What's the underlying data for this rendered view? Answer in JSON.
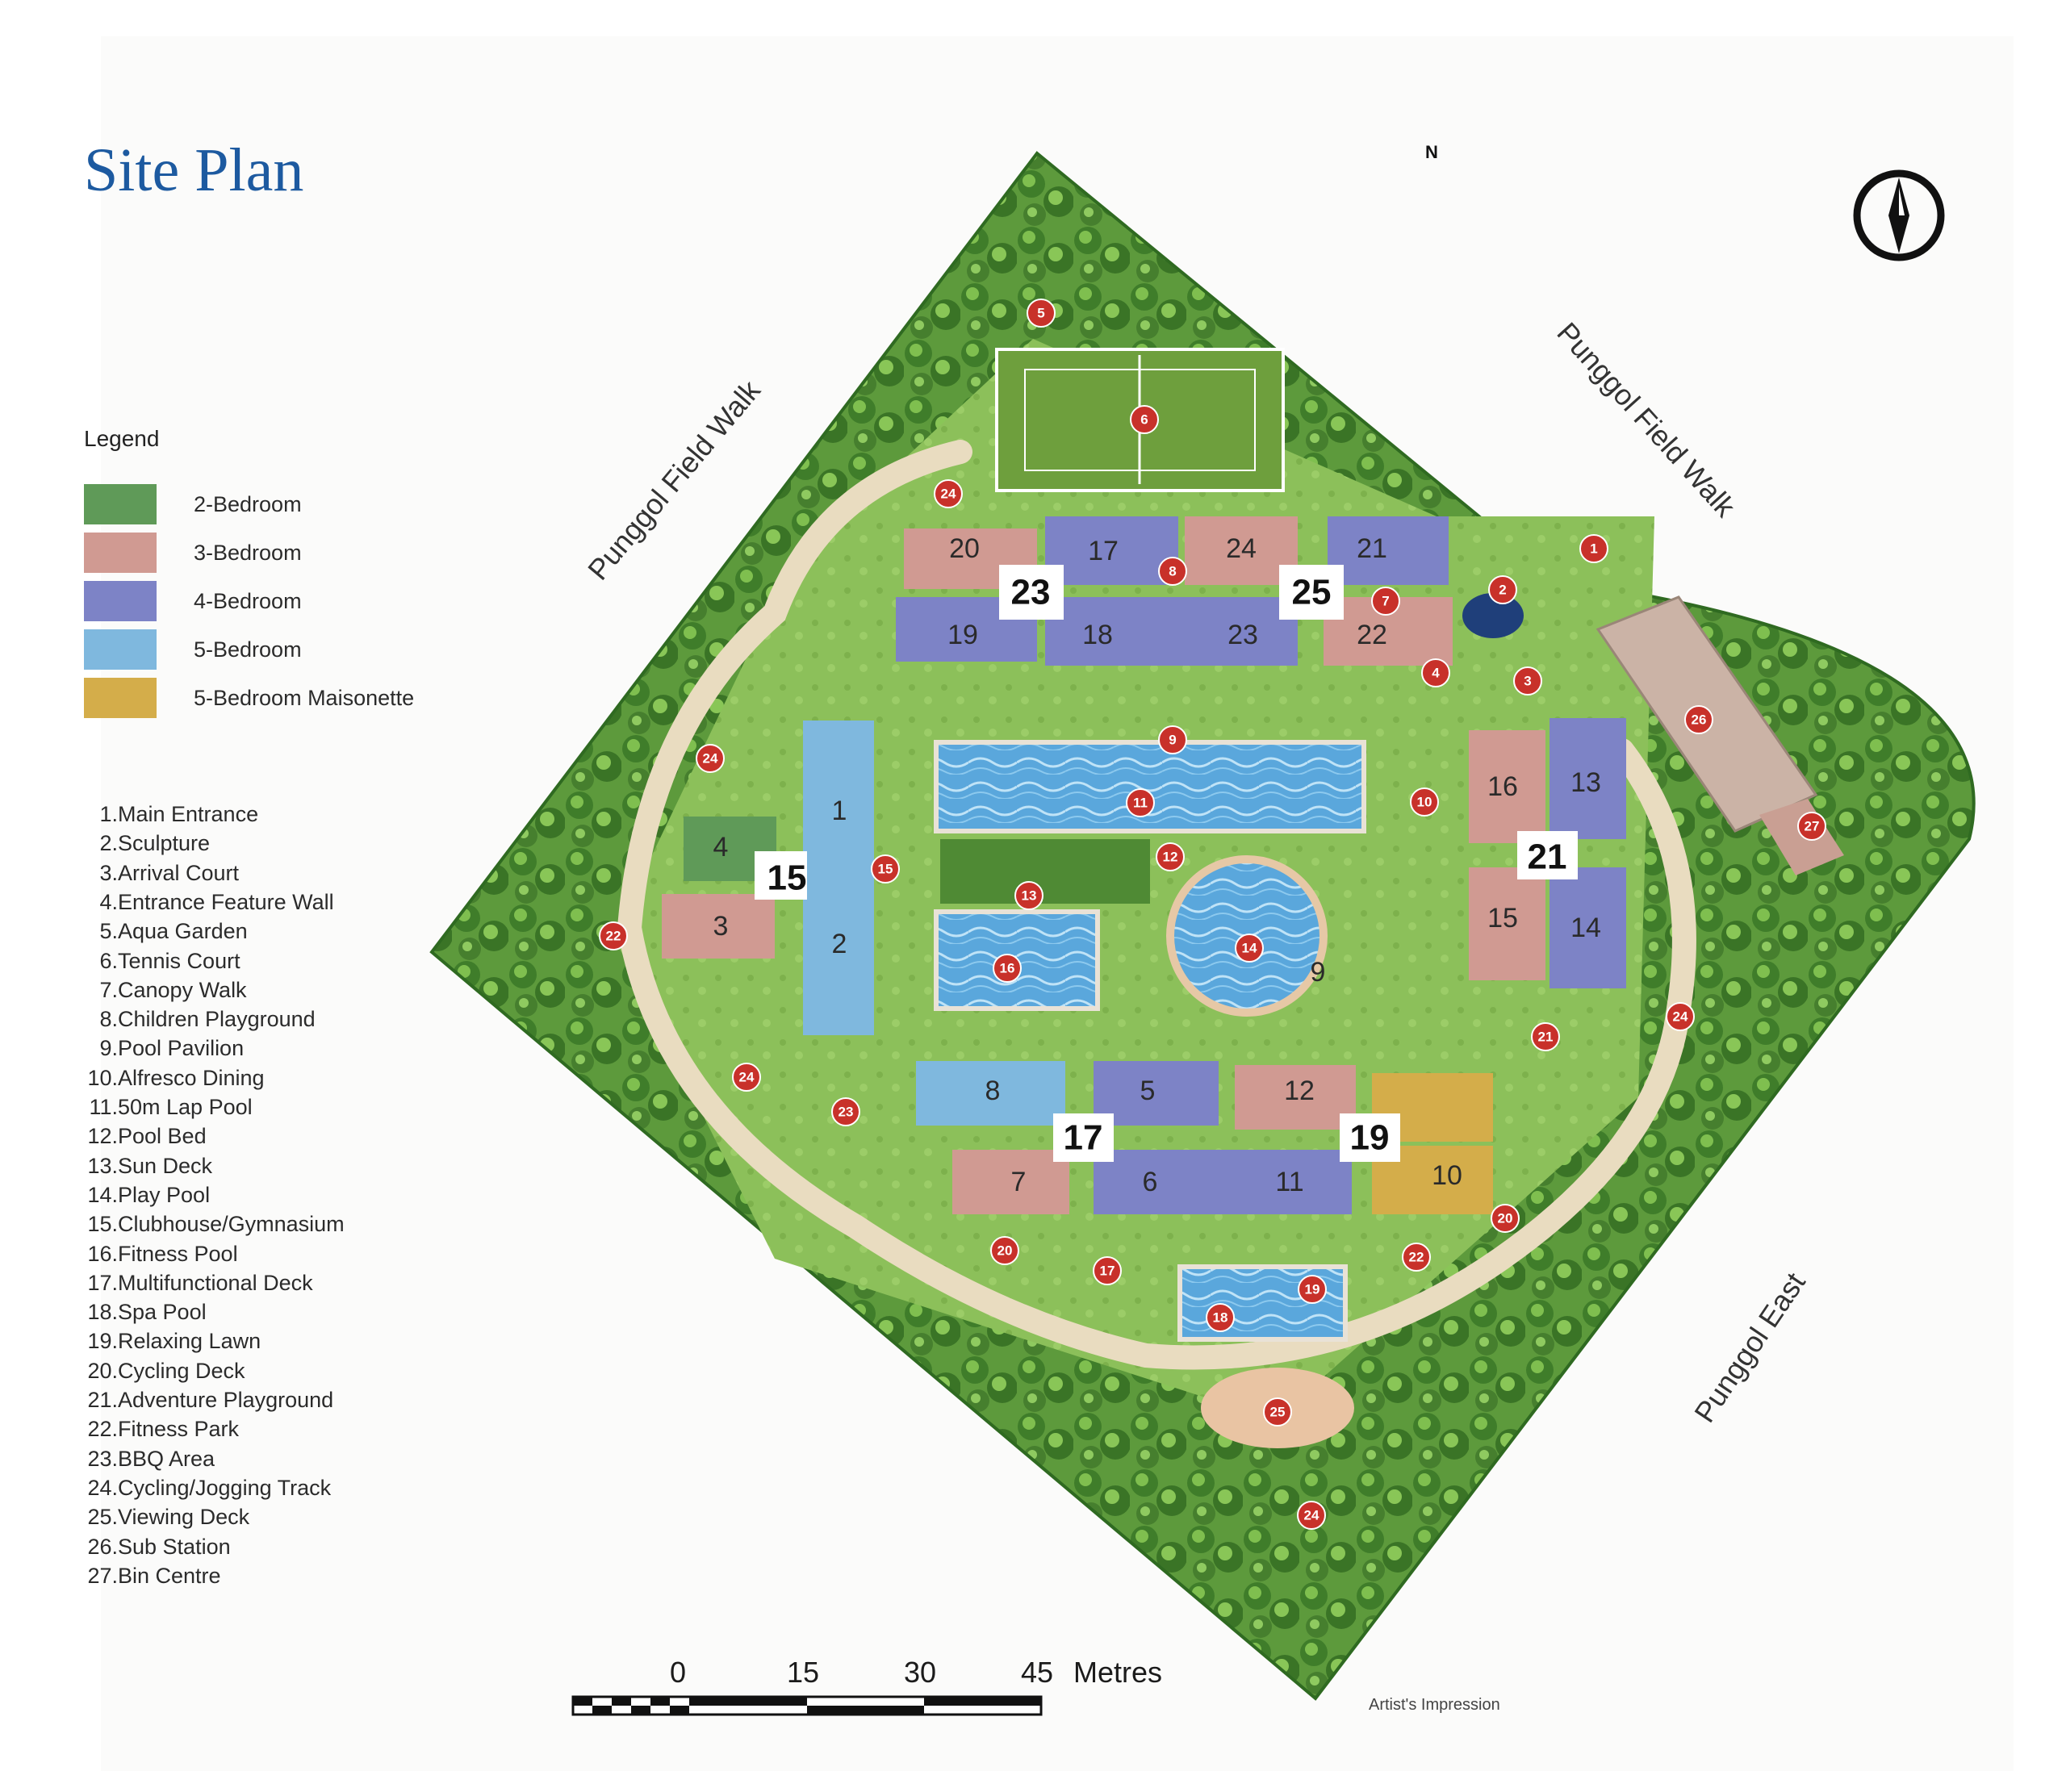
{
  "title": "Site Plan",
  "legend": {
    "heading": "Legend",
    "unit_types": [
      {
        "label": "2-Bedroom",
        "color": "#5f9a58"
      },
      {
        "label": "3-Bedroom",
        "color": "#d09a92"
      },
      {
        "label": "4-Bedroom",
        "color": "#7d83c6"
      },
      {
        "label": "5-Bedroom",
        "color": "#7fb8de"
      },
      {
        "label": "5-Bedroom Maisonette",
        "color": "#d4ad4a"
      }
    ],
    "amenities": [
      {
        "num": "1.",
        "label": "Main Entrance"
      },
      {
        "num": "2.",
        "label": "Sculpture"
      },
      {
        "num": "3.",
        "label": "Arrival Court"
      },
      {
        "num": "4.",
        "label": "Entrance Feature Wall"
      },
      {
        "num": "5.",
        "label": "Aqua Garden"
      },
      {
        "num": "6.",
        "label": "Tennis Court"
      },
      {
        "num": "7.",
        "label": "Canopy Walk"
      },
      {
        "num": "8.",
        "label": "Children Playground"
      },
      {
        "num": "9.",
        "label": "Pool Pavilion"
      },
      {
        "num": "10.",
        "label": "Alfresco Dining"
      },
      {
        "num": "11.",
        "label": "50m Lap Pool"
      },
      {
        "num": "12.",
        "label": "Pool Bed"
      },
      {
        "num": "13.",
        "label": "Sun Deck"
      },
      {
        "num": "14.",
        "label": "Play Pool"
      },
      {
        "num": "15.",
        "label": "Clubhouse/Gymnasium"
      },
      {
        "num": "16.",
        "label": "Fitness Pool"
      },
      {
        "num": "17.",
        "label": "Multifunctional Deck"
      },
      {
        "num": "18.",
        "label": "Spa Pool"
      },
      {
        "num": "19.",
        "label": "Relaxing Lawn"
      },
      {
        "num": "20.",
        "label": "Cycling Deck"
      },
      {
        "num": "21.",
        "label": "Adventure Playground"
      },
      {
        "num": "22.",
        "label": "Fitness Park"
      },
      {
        "num": "23.",
        "label": "BBQ Area"
      },
      {
        "num": "24.",
        "label": "Cycling/Jogging Track"
      },
      {
        "num": "25.",
        "label": "Viewing Deck"
      },
      {
        "num": "26.",
        "label": "Sub Station"
      },
      {
        "num": "27.",
        "label": "Bin Centre"
      }
    ]
  },
  "roads": {
    "west": "Punggol Field Walk",
    "northeast": "Punggol Field Walk",
    "southeast": "Punggol East"
  },
  "compass": {
    "label": "N"
  },
  "scale_bar": {
    "ticks": [
      "0",
      "15",
      "30",
      "45"
    ],
    "unit": "Metres"
  },
  "caption": "Artist's Impression",
  "blocks": [
    "15",
    "17",
    "19",
    "21",
    "23",
    "25"
  ],
  "units": [
    "1",
    "2",
    "3",
    "4",
    "5",
    "6",
    "7",
    "8",
    "9",
    "10",
    "11",
    "12",
    "13",
    "14",
    "15",
    "16",
    "17",
    "18",
    "19",
    "20",
    "21",
    "22",
    "23",
    "24"
  ],
  "amenity_markers": [
    "1",
    "2",
    "3",
    "4",
    "5",
    "6",
    "7",
    "8",
    "9",
    "10",
    "11",
    "12",
    "13",
    "14",
    "15",
    "16",
    "17",
    "18",
    "19",
    "20",
    "20",
    "21",
    "22",
    "22",
    "23",
    "24",
    "24",
    "24",
    "24",
    "24",
    "25",
    "26",
    "27"
  ],
  "colors": {
    "title_blue": "#1d5aa0",
    "greenery": "#4f8a34",
    "marker_red": "#c8312a",
    "pool_blue": "#5aa7dc"
  }
}
